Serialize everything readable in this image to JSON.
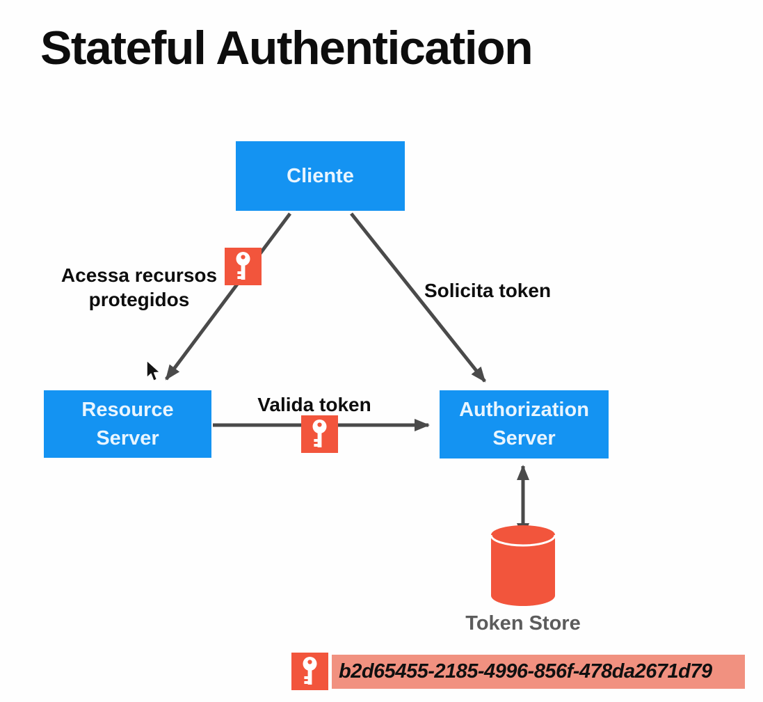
{
  "title": "Stateful Authentication",
  "diagram": {
    "nodes": {
      "cliente": {
        "label": "Cliente"
      },
      "resource_server": {
        "label": "Resource Server"
      },
      "authorization_server": {
        "label": "Authorization Server"
      },
      "token_store": {
        "label": "Token Store"
      }
    },
    "edges": {
      "acessa_recursos": {
        "label": "Acessa recursos protegidos"
      },
      "solicita_token": {
        "label": "Solicita token"
      },
      "valida_token": {
        "label": "Valida token"
      }
    }
  },
  "legend": {
    "token_value": "b2d65455-2185-4996-856f-478da2671d79"
  },
  "icons": {
    "key": "key-icon",
    "database": "database-cylinder-icon",
    "cursor": "mouse-cursor-icon"
  },
  "colors": {
    "node_blue": "#1493F2",
    "accent_red": "#F2553C",
    "legend_pink": "#F19180",
    "connector_gray": "#4A4A4A",
    "node_text": "#E9F5FE",
    "token_store_label": "#5C5C5C"
  }
}
